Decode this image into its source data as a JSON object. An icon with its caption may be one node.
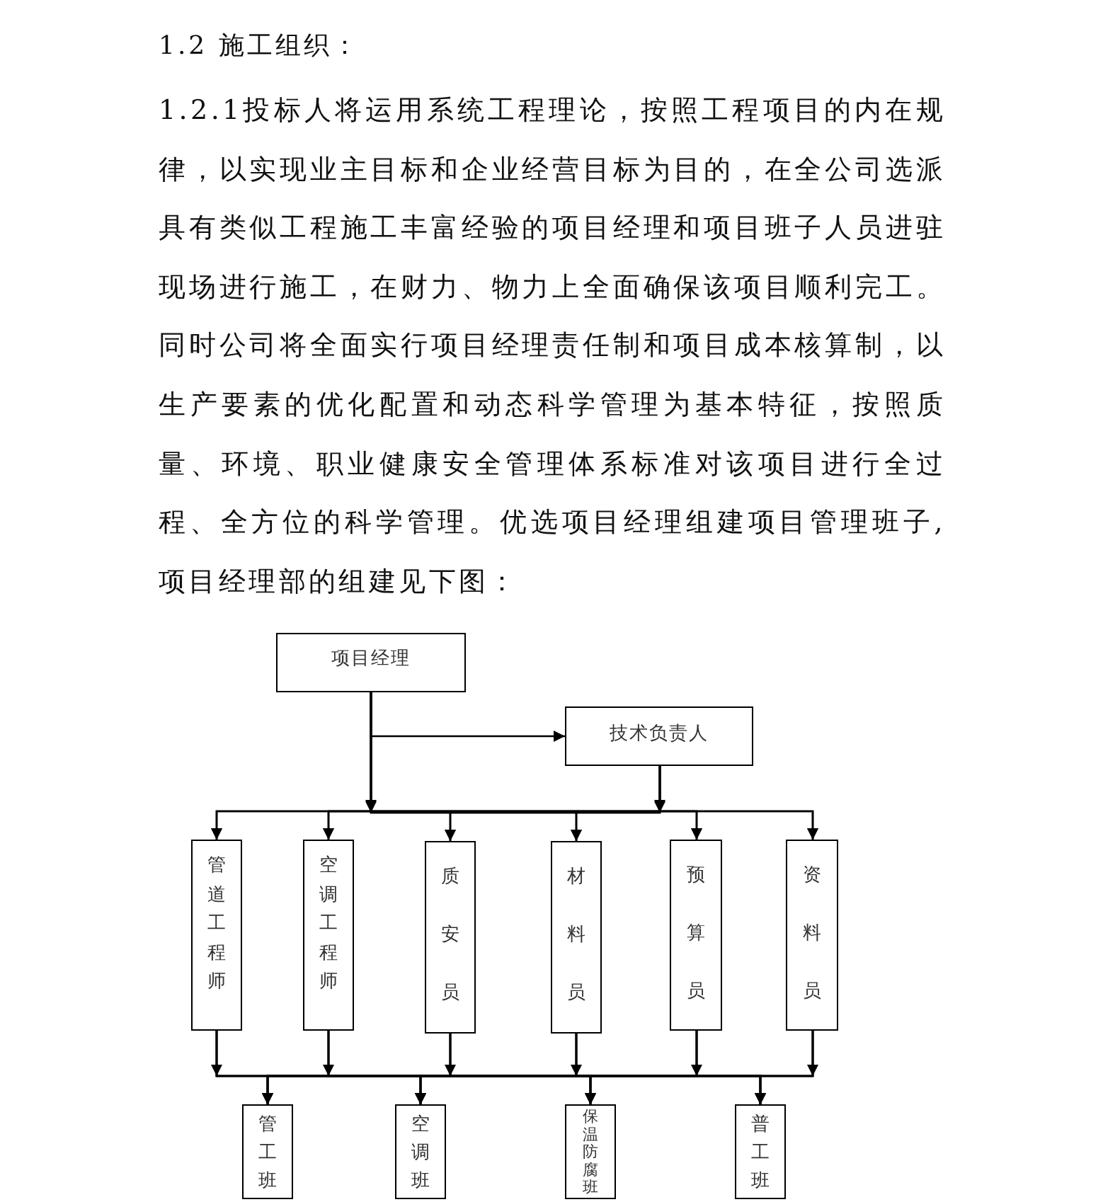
{
  "diagram": {
    "title": "1.2 施工组织：",
    "nodes": [
      {
        "text": [
          "项目经理"
        ]
      },
      {
        "text": [
          "技术负责人"
        ]
      },
      {
        "text": [
          "管道工程师"
        ]
      },
      {
        "text": [
          "空调工程师"
        ]
      },
      {
        "text": [
          "质安员"
        ]
      },
      {
        "text": [
          "材料员"
        ]
      },
      {
        "text": [
          "预算员"
        ]
      },
      {
        "text": [
          "资料员"
        ]
      },
      {
        "text": [
          "管工班"
        ]
      },
      {
        "text": [
          "空调班"
        ]
      },
      {
        "text": [
          "保温防腐班"
        ]
      },
      {
        "text": [
          "普工班"
        ]
      }
    ],
    "edges": [
      {
        "from": 0,
        "to": 1,
        "arrow": "to"
      },
      {
        "from": 0,
        "to": 2,
        "arrow": "to"
      },
      {
        "from": 0,
        "to": 3,
        "arrow": "to"
      },
      {
        "from": 0,
        "to": 4,
        "arrow": "to"
      },
      {
        "from": 0,
        "to": 5,
        "arrow": "to"
      },
      {
        "from": 0,
        "to": 6,
        "arrow": "to"
      },
      {
        "from": 0,
        "to": 7,
        "arrow": "to"
      },
      {
        "from": 1,
        "to": 2,
        "arrow": "to"
      },
      {
        "from": 1,
        "to": 3,
        "arrow": "to"
      },
      {
        "from": 1,
        "to": 4,
        "arrow": "to"
      },
      {
        "from": 1,
        "to": 5,
        "arrow": "to"
      },
      {
        "from": 1,
        "to": 6,
        "arrow": "to"
      },
      {
        "from": 1,
        "to": 7,
        "arrow": "to"
      },
      {
        "from": 2,
        "to": 8,
        "arrow": "to"
      },
      {
        "from": 2,
        "to": 9,
        "arrow": "to"
      },
      {
        "from": 2,
        "to": 10,
        "arrow": "to"
      },
      {
        "from": 2,
        "to": 11,
        "arrow": "to"
      },
      {
        "from": 3,
        "to": 8,
        "arrow": "to"
      },
      {
        "from": 3,
        "to": 9,
        "arrow": "to"
      },
      {
        "from": 3,
        "to": 10,
        "arrow": "to"
      },
      {
        "from": 3,
        "to": 11,
        "arrow": "to"
      },
      {
        "from": 4,
        "to": 8,
        "arrow": "to"
      },
      {
        "from": 4,
        "to": 9,
        "arrow": "to"
      },
      {
        "from": 4,
        "to": 10,
        "arrow": "to"
      },
      {
        "from": 4,
        "to": 11,
        "arrow": "to"
      },
      {
        "from": 5,
        "to": 8,
        "arrow": "to"
      },
      {
        "from": 5,
        "to": 9,
        "arrow": "to"
      },
      {
        "from": 5,
        "to": 10,
        "arrow": "to"
      },
      {
        "from": 5,
        "to": 11,
        "arrow": "to"
      },
      {
        "from": 6,
        "to": 8,
        "arrow": "to"
      },
      {
        "from": 6,
        "to": 9,
        "arrow": "to"
      },
      {
        "from": 6,
        "to": 10,
        "arrow": "to"
      },
      {
        "from": 6,
        "to": 11,
        "arrow": "to"
      },
      {
        "from": 7,
        "to": 8,
        "arrow": "to"
      },
      {
        "from": 7,
        "to": 9,
        "arrow": "to"
      },
      {
        "from": 7,
        "to": 10,
        "arrow": "to"
      },
      {
        "from": 7,
        "to": 11,
        "arrow": "to"
      }
    ],
    "labels": [
      "1.2.1投标人将运用系统工程理论，按照工程项目的内在规律，以实现业主目标和企业经营目标为目的，在全公司选派具有类似工程施工丰富经验的项目经理和项目班子人员进驻现场进行施工，在财力、物力上全面确保该项目顺利完工。同时公司将全面实行项目经理责任制和项目成本核算制，以生产要素的优化配置和动态科学管理为基本特征，按照质量、环境、职业健康安全管理体系标准对该项目进行全过程、全方位的科学管理。优选项目经理组建项目管理班子,项目经理部的组建见下图："
    ]
  }
}
